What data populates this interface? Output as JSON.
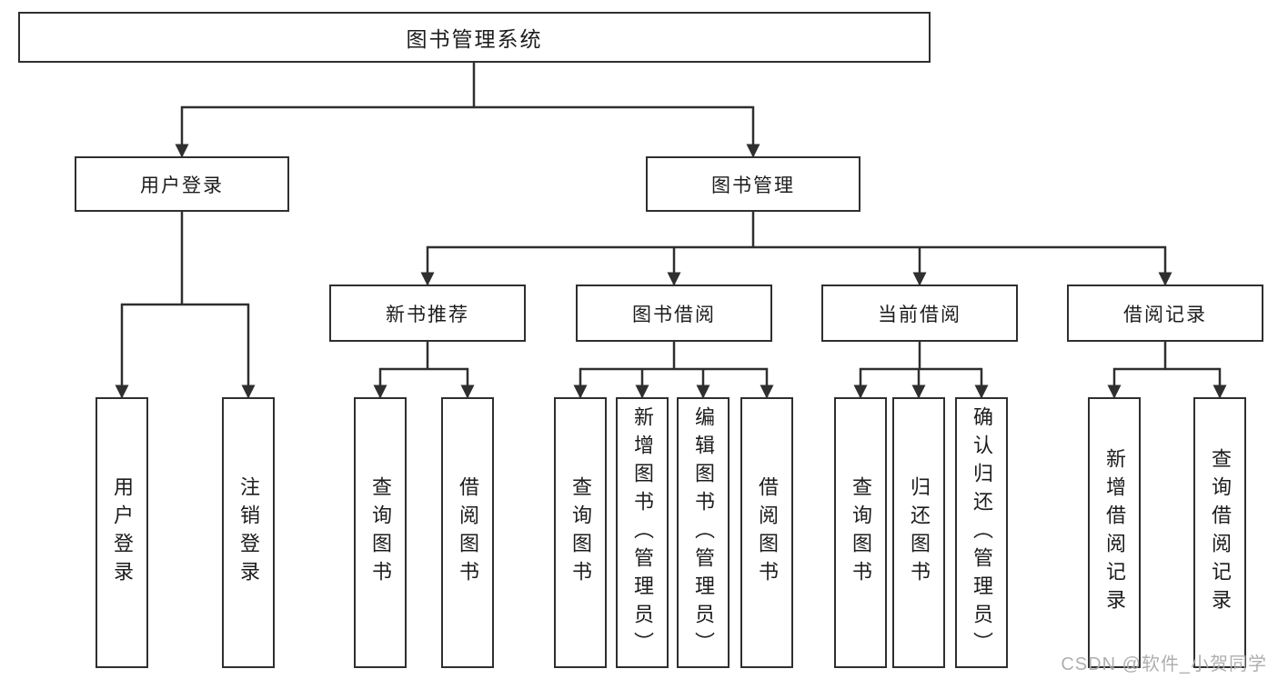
{
  "diagram": {
    "tree": {
      "root": {
        "label": "图书管理系统"
      },
      "level1": [
        {
          "label": "用户登录"
        },
        {
          "label": "图书管理"
        }
      ],
      "level2": [
        {
          "label": "新书推荐",
          "parent": "图书管理"
        },
        {
          "label": "图书借阅",
          "parent": "图书管理"
        },
        {
          "label": "当前借阅",
          "parent": "图书管理"
        },
        {
          "label": "借阅记录",
          "parent": "图书管理"
        }
      ],
      "leaves": [
        {
          "label": "用户登录",
          "parent": "用户登录"
        },
        {
          "label": "注销登录",
          "parent": "用户登录"
        },
        {
          "label": "查询图书",
          "parent": "新书推荐"
        },
        {
          "label": "借阅图书",
          "parent": "新书推荐"
        },
        {
          "label": "查询图书",
          "parent": "图书借阅"
        },
        {
          "label": "新增图书（管理员）",
          "parent": "图书借阅"
        },
        {
          "label": "编辑图书（管理员）",
          "parent": "图书借阅"
        },
        {
          "label": "借阅图书",
          "parent": "图书借阅"
        },
        {
          "label": "查询图书",
          "parent": "当前借阅"
        },
        {
          "label": "归还图书",
          "parent": "当前借阅"
        },
        {
          "label": "确认归还（管理员）",
          "parent": "当前借阅"
        },
        {
          "label": "新增借阅记录",
          "parent": "借阅记录"
        },
        {
          "label": "查询借阅记录",
          "parent": "借阅记录"
        }
      ]
    },
    "colors": {
      "line": "#2f2f2f",
      "box_background": "#ffffff",
      "text": "#1c1c1c",
      "watermark": "#ababab"
    },
    "watermark": "CSDN @软件_小贺同学"
  }
}
